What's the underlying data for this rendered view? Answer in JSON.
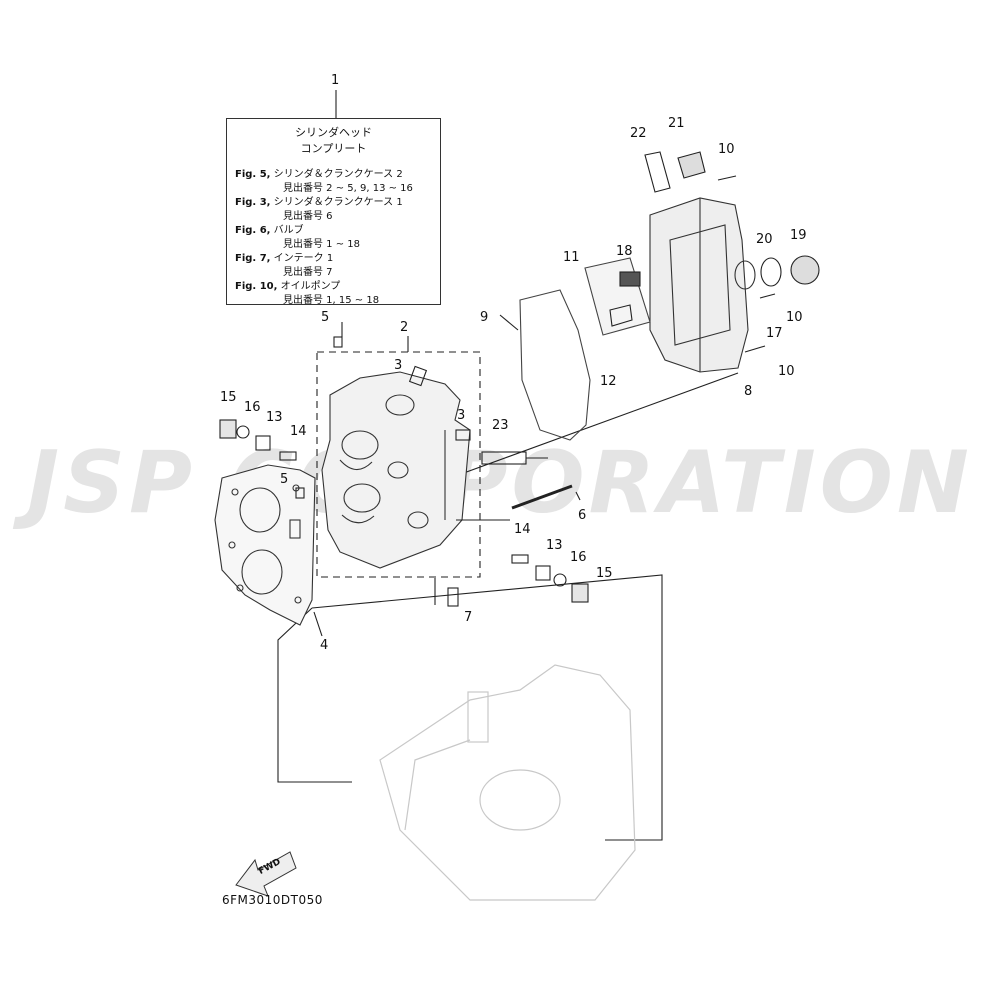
{
  "watermark_text": "JSP CORPORATION",
  "callout": {
    "number": "1",
    "title_line1": "シリンダヘッド",
    "title_line2": "コンプリート",
    "refs": [
      {
        "fig": "Fig. 5,",
        "text": "シリンダ＆クランクケース 2",
        "sub": "見出番号 2 ~ 5, 9, 13 ~ 16"
      },
      {
        "fig": "Fig. 3,",
        "text": "シリンダ＆クランクケース 1",
        "sub": "見出番号 6"
      },
      {
        "fig": "Fig. 6,",
        "text": "バルブ",
        "sub": "見出番号 1 ~ 18"
      },
      {
        "fig": "Fig. 7,",
        "text": "インテーク 1",
        "sub": "見出番号 7"
      },
      {
        "fig": "Fig. 10,",
        "text": "オイルポンプ",
        "sub": "見出番号 1, 15 ~ 18"
      }
    ]
  },
  "part_labels": [
    "2",
    "3",
    "3",
    "4",
    "5",
    "5",
    "6",
    "7",
    "8",
    "9",
    "10",
    "10",
    "10",
    "11",
    "12",
    "13",
    "13",
    "14",
    "14",
    "15",
    "15",
    "16",
    "16",
    "17",
    "18",
    "19",
    "20",
    "21",
    "22",
    "23"
  ],
  "fwd_label": "FWD",
  "doc_code": "6FM3010DT050",
  "colors": {
    "line": "#222222",
    "watermark": "#d9d9d9",
    "ghost": "#c8c8c8"
  }
}
